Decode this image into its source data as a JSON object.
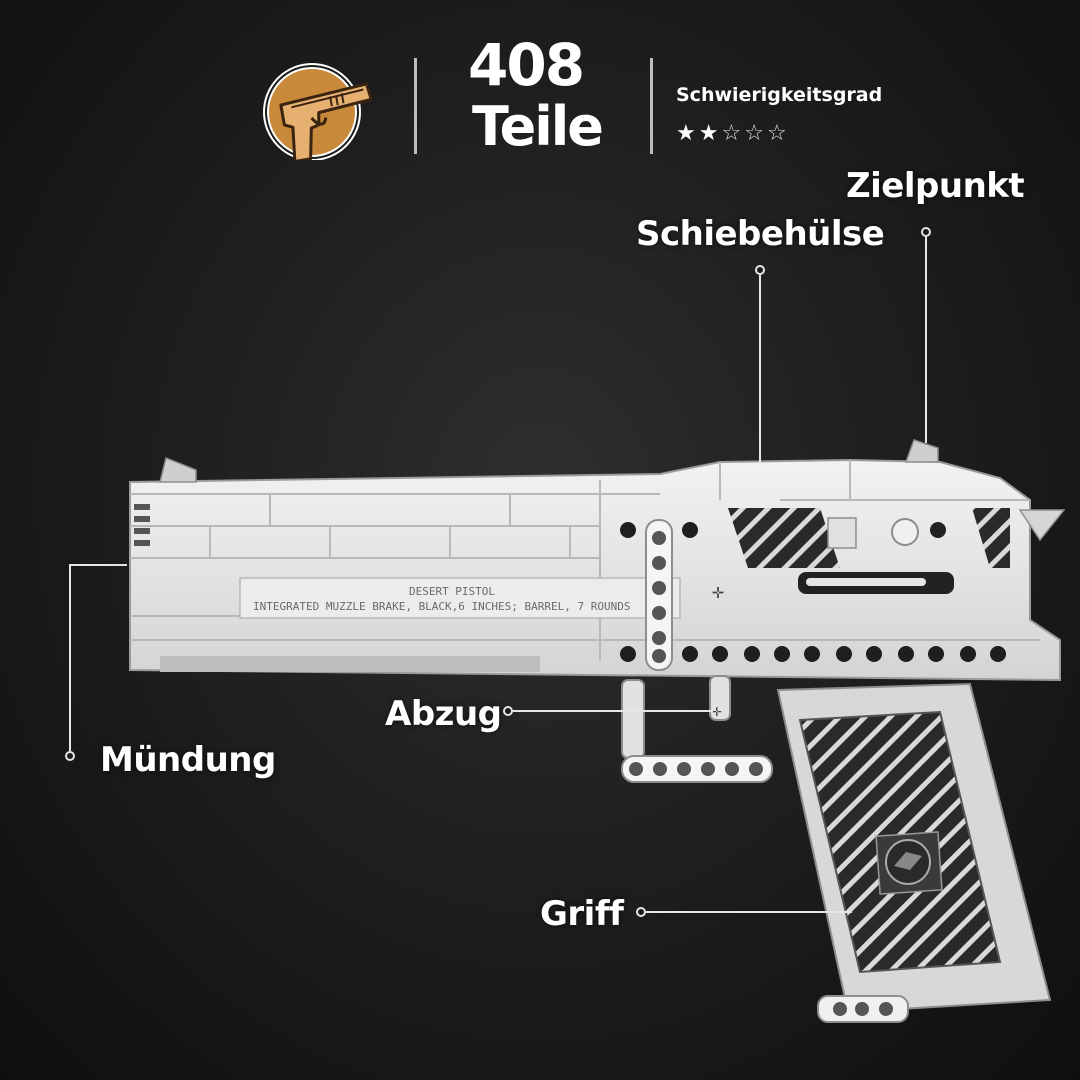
{
  "header": {
    "parts_count": "408",
    "parts_unit": "Teile",
    "difficulty_label": "Schwierigkeitsgrad",
    "difficulty_rating": 2,
    "difficulty_max": 5,
    "star_filled": "★",
    "star_empty": "☆"
  },
  "callouts": {
    "sight": "Zielpunkt",
    "slide": "Schiebehülse",
    "trigger": "Abzug",
    "muzzle": "Mündung",
    "grip": "Griff"
  },
  "model_text": {
    "line1": "DESERT PISTOL",
    "line2": "INTEGRATED MUZZLE BRAKE, BLACK,6 INCHES; BARREL, 7 ROUNDS"
  },
  "colors": {
    "badge": "#c8893a",
    "badge_ring": "#ffffff",
    "model_white": "#e9e9e9",
    "grip_dark": "#2a2a2a"
  },
  "icons": {
    "badge_icon": "pistol-badge-icon"
  }
}
